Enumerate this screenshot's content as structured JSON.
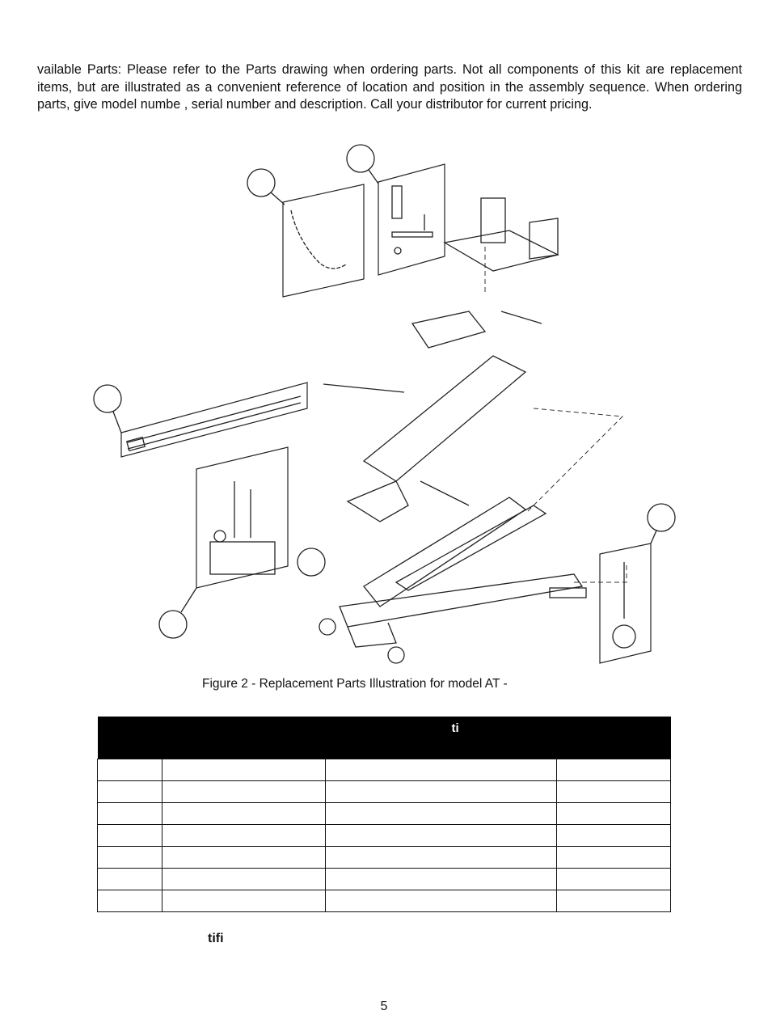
{
  "intro": {
    "text": " vailable Parts: Please refer to the Parts drawing when ordering parts. Not all components of this kit are replacement items, but are illustrated as a convenient reference of location and position in the assembly sequence. When ordering parts, give model numbe , serial number and description. Call your distributor for current pricing."
  },
  "figure": {
    "caption": "Figure 2 - Replacement Parts Illustration for model AT   -"
  },
  "table": {
    "header_text": "ti",
    "row_count": 7
  },
  "note": {
    "text": "tifi"
  },
  "page": {
    "number": "5"
  }
}
